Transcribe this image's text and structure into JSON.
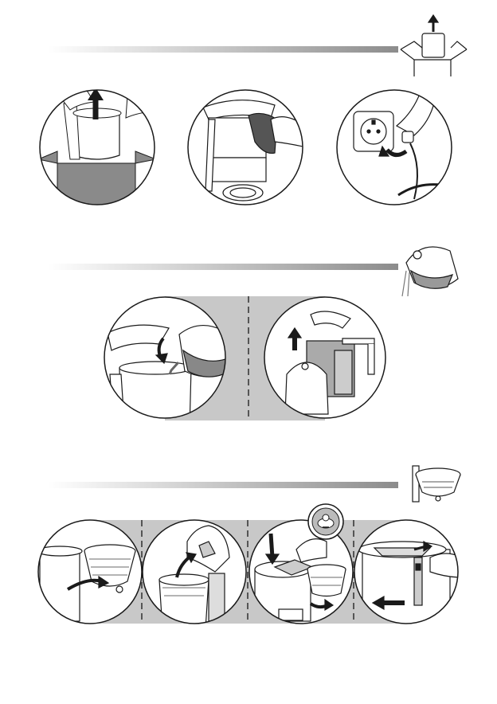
{
  "page": {
    "background": "#ffffff"
  },
  "colors": {
    "line": "#1a1a1a",
    "panel_gray": "#c8c8c8",
    "box_gray": "#8a8a8a",
    "bar_dark": "#8c8c8c",
    "bar_light": "#ffffff",
    "arrow": "#1a1a1a"
  },
  "sections": [
    {
      "id": "unpacking",
      "thumbnail_icon": "box-unpack-icon",
      "steps": [
        {
          "icon": "lift-out-of-box-icon"
        },
        {
          "icon": "wipe-cloth-icon"
        },
        {
          "icon": "plug-into-socket-icon"
        }
      ]
    },
    {
      "id": "filling",
      "thumbnail_icon": "pour-jug-icon",
      "steps": [
        {
          "icon": "pour-water-icon"
        },
        {
          "icon": "remove-filter-holder-icon"
        }
      ]
    },
    {
      "id": "filter",
      "thumbnail_icon": "filter-holder-icon",
      "steps": [
        {
          "icon": "swing-filter-icon"
        },
        {
          "icon": "open-lid-icon"
        },
        {
          "icon": "insert-disc-icon"
        },
        {
          "icon": "slide-out-icon"
        }
      ],
      "zoom_icon": "disc-zoom-icon"
    }
  ]
}
